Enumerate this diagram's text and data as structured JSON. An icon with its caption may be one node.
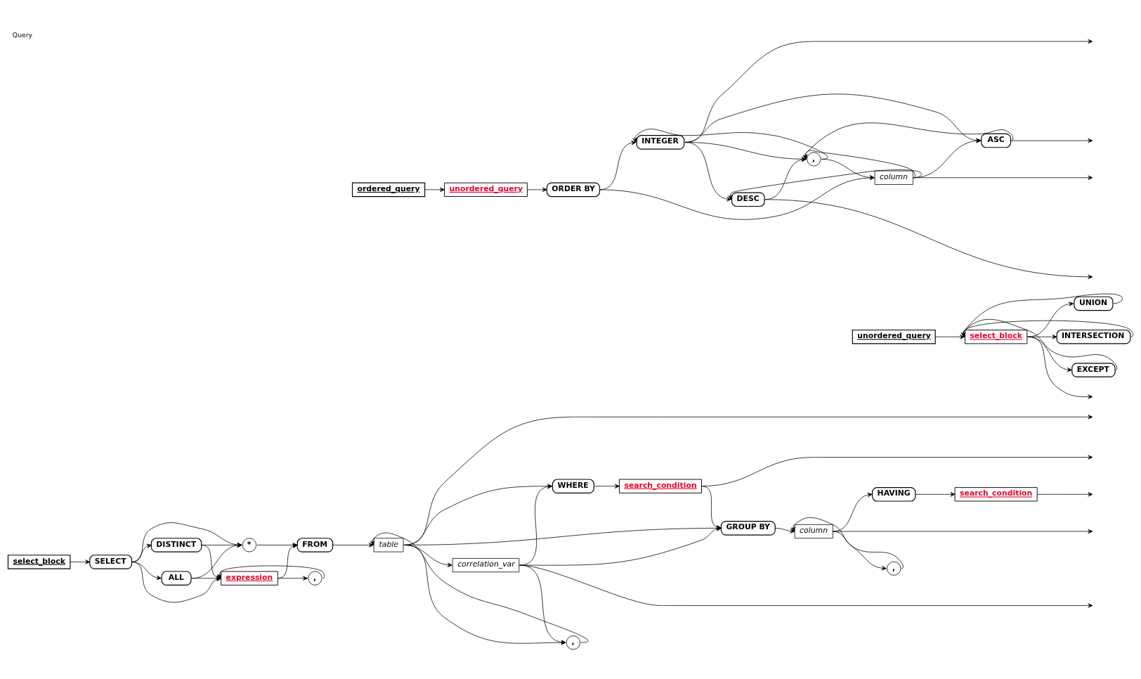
{
  "diagram": {
    "title": "Query",
    "nodes": [
      {
        "text": [
          "select_block"
        ]
      },
      {
        "text": [
          "SELECT"
        ]
      },
      {
        "text": [
          "ALL"
        ]
      },
      {
        "text": [
          "DISTINCT"
        ]
      },
      {
        "text": [
          "*"
        ]
      },
      {
        "text": [
          "expression"
        ]
      },
      {
        "text": [
          ","
        ]
      },
      {
        "text": [
          ","
        ]
      },
      {
        "text": [
          "FROM"
        ]
      },
      {
        "text": [
          "table"
        ]
      },
      {
        "text": [
          "correlation_var"
        ]
      },
      {
        "text": [
          "WHERE"
        ]
      },
      {
        "text": [
          "search_condition"
        ]
      },
      {
        "text": [
          ","
        ]
      },
      {
        "text": [
          "GROUP BY"
        ]
      },
      {
        "text": [
          "column"
        ]
      },
      {
        "text": [
          "HAVING"
        ]
      },
      {
        "text": [
          "search_condition"
        ]
      },
      {
        "text": [
          "unordered_query"
        ]
      },
      {
        "text": [
          "select_block"
        ]
      },
      {
        "text": [
          "UNION"
        ]
      },
      {
        "text": [
          "INTERSECTION"
        ]
      },
      {
        "text": [
          "EXCEPT"
        ]
      },
      {
        "text": [
          "ordered_query"
        ]
      },
      {
        "text": [
          "unordered_query"
        ]
      },
      {
        "text": [
          "ORDER BY"
        ]
      },
      {
        "text": [
          "INTEGER"
        ]
      },
      {
        "text": [
          "DESC"
        ]
      },
      {
        "text": [
          "column"
        ]
      },
      {
        "text": [
          "ASC"
        ]
      },
      {
        "text": [
          ","
        ]
      }
    ],
    "edges": [
      {
        "from": 0,
        "to": 1,
        "arrow": "to"
      },
      {
        "from": 1,
        "to": 2,
        "arrow": "to"
      },
      {
        "from": 1,
        "to": 3,
        "arrow": "to"
      },
      {
        "from": 1,
        "to": 4,
        "arrow": "to"
      },
      {
        "from": 1,
        "to": 5,
        "arrow": "to"
      },
      {
        "from": 2,
        "to": 4,
        "arrow": "to"
      },
      {
        "from": 2,
        "to": 5,
        "arrow": "to"
      },
      {
        "from": 3,
        "to": 4,
        "arrow": "to"
      },
      {
        "from": 3,
        "to": 5,
        "arrow": "to"
      },
      {
        "from": 5,
        "to": 6,
        "arrow": "to"
      },
      {
        "from": 6,
        "to": 5,
        "arrow": "to"
      },
      {
        "from": 4,
        "to": 8,
        "arrow": "to"
      },
      {
        "from": 5,
        "to": 8,
        "arrow": "to"
      },
      {
        "from": 8,
        "to": 9,
        "arrow": "to"
      },
      {
        "from": 9,
        "to": 10,
        "arrow": "to"
      },
      {
        "from": 9,
        "to": 7,
        "arrow": "to"
      },
      {
        "from": 10,
        "to": 7,
        "arrow": "to"
      },
      {
        "from": 7,
        "to": 9,
        "arrow": "to"
      },
      {
        "from": 9,
        "to": 11,
        "arrow": "to"
      },
      {
        "from": 10,
        "to": 11,
        "arrow": "to"
      },
      {
        "from": 9,
        "to": 14,
        "arrow": "to"
      },
      {
        "from": 10,
        "to": 14,
        "arrow": "to"
      },
      {
        "from": 9,
        "to": null,
        "arrow": "to"
      },
      {
        "from": 10,
        "to": null,
        "arrow": "to"
      },
      {
        "from": 11,
        "to": 12,
        "arrow": "to"
      },
      {
        "from": 12,
        "to": 14,
        "arrow": "to"
      },
      {
        "from": 12,
        "to": null,
        "arrow": "to"
      },
      {
        "from": 14,
        "to": 15,
        "arrow": "to"
      },
      {
        "from": 15,
        "to": 13,
        "arrow": "to"
      },
      {
        "from": 13,
        "to": 15,
        "arrow": "to"
      },
      {
        "from": 15,
        "to": 16,
        "arrow": "to"
      },
      {
        "from": 15,
        "to": null,
        "arrow": "to"
      },
      {
        "from": 16,
        "to": 17,
        "arrow": "to"
      },
      {
        "from": 17,
        "to": null,
        "arrow": "to"
      },
      {
        "from": 18,
        "to": 19,
        "arrow": "to"
      },
      {
        "from": 19,
        "to": 20,
        "arrow": "to"
      },
      {
        "from": 19,
        "to": 21,
        "arrow": "to"
      },
      {
        "from": 19,
        "to": 22,
        "arrow": "to"
      },
      {
        "from": 20,
        "to": 19,
        "arrow": "to"
      },
      {
        "from": 21,
        "to": 19,
        "arrow": "to"
      },
      {
        "from": 22,
        "to": 19,
        "arrow": "to"
      },
      {
        "from": 19,
        "to": null,
        "arrow": "to"
      },
      {
        "from": 23,
        "to": 24,
        "arrow": "to"
      },
      {
        "from": 24,
        "to": 25,
        "arrow": "to"
      },
      {
        "from": 25,
        "to": 26,
        "arrow": "to"
      },
      {
        "from": 25,
        "to": 28,
        "arrow": "to"
      },
      {
        "from": 26,
        "to": 27,
        "arrow": "to"
      },
      {
        "from": 26,
        "to": 29,
        "arrow": "to"
      },
      {
        "from": 28,
        "to": 27,
        "arrow": "to"
      },
      {
        "from": 28,
        "to": 29,
        "arrow": "to"
      },
      {
        "from": 26,
        "to": 30,
        "arrow": "to"
      },
      {
        "from": 28,
        "to": 30,
        "arrow": "to"
      },
      {
        "from": 27,
        "to": 30,
        "arrow": "to"
      },
      {
        "from": 29,
        "to": 30,
        "arrow": "to"
      },
      {
        "from": 30,
        "to": 26,
        "arrow": "to"
      },
      {
        "from": 30,
        "to": 28,
        "arrow": "to"
      },
      {
        "from": 26,
        "to": null,
        "arrow": "to"
      },
      {
        "from": 28,
        "to": null,
        "arrow": "to"
      },
      {
        "from": 27,
        "to": null,
        "arrow": "to"
      },
      {
        "from": 29,
        "to": null,
        "arrow": "to"
      }
    ]
  }
}
